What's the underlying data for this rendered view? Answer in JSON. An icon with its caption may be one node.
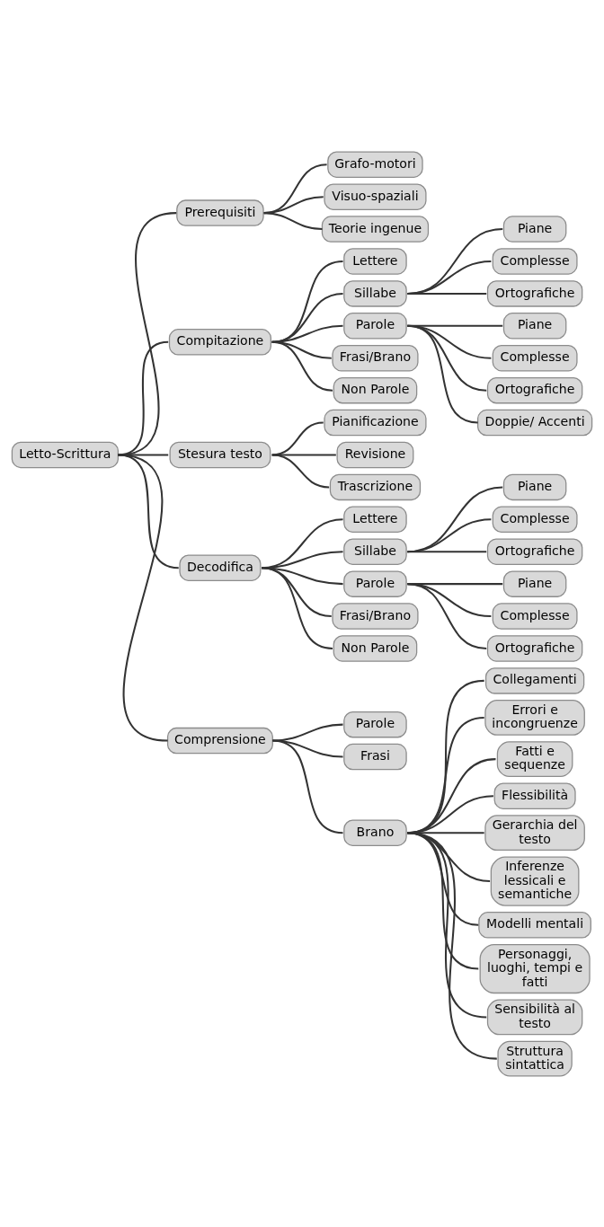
{
  "diagram": {
    "nodes": [
      {
        "text": [
          "Letto-Scrittura"
        ]
      },
      {
        "text": [
          "Prerequisiti"
        ]
      },
      {
        "text": [
          "Grafo-motori"
        ]
      },
      {
        "text": [
          "Visuo-spaziali"
        ]
      },
      {
        "text": [
          "Teorie ingenue"
        ]
      },
      {
        "text": [
          "Compitazione"
        ]
      },
      {
        "text": [
          "Lettere"
        ]
      },
      {
        "text": [
          "Sillabe"
        ]
      },
      {
        "text": [
          "Piane"
        ]
      },
      {
        "text": [
          "Complesse"
        ]
      },
      {
        "text": [
          "Ortografiche"
        ]
      },
      {
        "text": [
          "Parole"
        ]
      },
      {
        "text": [
          "Piane"
        ]
      },
      {
        "text": [
          "Complesse"
        ]
      },
      {
        "text": [
          "Ortografiche"
        ]
      },
      {
        "text": [
          "Doppie/ Accenti"
        ]
      },
      {
        "text": [
          "Frasi/Brano"
        ]
      },
      {
        "text": [
          "Non Parole"
        ]
      },
      {
        "text": [
          "Stesura testo"
        ]
      },
      {
        "text": [
          "Pianificazione"
        ]
      },
      {
        "text": [
          "Revisione"
        ]
      },
      {
        "text": [
          "Trascrizione"
        ]
      },
      {
        "text": [
          "Decodifica"
        ]
      },
      {
        "text": [
          "Lettere"
        ]
      },
      {
        "text": [
          "Sillabe"
        ]
      },
      {
        "text": [
          "Piane"
        ]
      },
      {
        "text": [
          "Complesse"
        ]
      },
      {
        "text": [
          "Ortografiche"
        ]
      },
      {
        "text": [
          "Parole"
        ]
      },
      {
        "text": [
          "Piane"
        ]
      },
      {
        "text": [
          "Complesse"
        ]
      },
      {
        "text": [
          "Ortografiche"
        ]
      },
      {
        "text": [
          "Frasi/Brano"
        ]
      },
      {
        "text": [
          "Non Parole"
        ]
      },
      {
        "text": [
          "Comprensione"
        ]
      },
      {
        "text": [
          "Parole"
        ]
      },
      {
        "text": [
          "Frasi"
        ]
      },
      {
        "text": [
          "Brano"
        ]
      },
      {
        "text": [
          "Collegamenti"
        ]
      },
      {
        "text": [
          "Errori e incongruenze"
        ]
      },
      {
        "text": [
          "Fatti e sequenze"
        ]
      },
      {
        "text": [
          "Flessibilità"
        ]
      },
      {
        "text": [
          "Gerarchia del testo"
        ]
      },
      {
        "text": [
          "Inferenze lessicali e semantiche"
        ]
      },
      {
        "text": [
          "Modelli mentali"
        ]
      },
      {
        "text": [
          "Personaggi, luoghi, tempi e fatti"
        ]
      },
      {
        "text": [
          "Sensibilità al testo"
        ]
      },
      {
        "text": [
          "Struttura sintattica"
        ]
      }
    ],
    "edges": [
      {
        "from": 0,
        "to": 1,
        "arrow": "none"
      },
      {
        "from": 1,
        "to": 2,
        "arrow": "none"
      },
      {
        "from": 1,
        "to": 3,
        "arrow": "none"
      },
      {
        "from": 1,
        "to": 4,
        "arrow": "none"
      },
      {
        "from": 0,
        "to": 5,
        "arrow": "none"
      },
      {
        "from": 5,
        "to": 6,
        "arrow": "none"
      },
      {
        "from": 5,
        "to": 7,
        "arrow": "none"
      },
      {
        "from": 7,
        "to": 8,
        "arrow": "none"
      },
      {
        "from": 7,
        "to": 9,
        "arrow": "none"
      },
      {
        "from": 7,
        "to": 10,
        "arrow": "none"
      },
      {
        "from": 5,
        "to": 11,
        "arrow": "none"
      },
      {
        "from": 11,
        "to": 12,
        "arrow": "none"
      },
      {
        "from": 11,
        "to": 13,
        "arrow": "none"
      },
      {
        "from": 11,
        "to": 14,
        "arrow": "none"
      },
      {
        "from": 11,
        "to": 15,
        "arrow": "none"
      },
      {
        "from": 5,
        "to": 16,
        "arrow": "none"
      },
      {
        "from": 5,
        "to": 17,
        "arrow": "none"
      },
      {
        "from": 0,
        "to": 18,
        "arrow": "none"
      },
      {
        "from": 18,
        "to": 19,
        "arrow": "none"
      },
      {
        "from": 18,
        "to": 20,
        "arrow": "none"
      },
      {
        "from": 18,
        "to": 21,
        "arrow": "none"
      },
      {
        "from": 0,
        "to": 22,
        "arrow": "none"
      },
      {
        "from": 22,
        "to": 23,
        "arrow": "none"
      },
      {
        "from": 22,
        "to": 24,
        "arrow": "none"
      },
      {
        "from": 24,
        "to": 25,
        "arrow": "none"
      },
      {
        "from": 24,
        "to": 26,
        "arrow": "none"
      },
      {
        "from": 24,
        "to": 27,
        "arrow": "none"
      },
      {
        "from": 22,
        "to": 28,
        "arrow": "none"
      },
      {
        "from": 28,
        "to": 29,
        "arrow": "none"
      },
      {
        "from": 28,
        "to": 30,
        "arrow": "none"
      },
      {
        "from": 28,
        "to": 31,
        "arrow": "none"
      },
      {
        "from": 22,
        "to": 32,
        "arrow": "none"
      },
      {
        "from": 22,
        "to": 33,
        "arrow": "none"
      },
      {
        "from": 0,
        "to": 34,
        "arrow": "none"
      },
      {
        "from": 34,
        "to": 35,
        "arrow": "none"
      },
      {
        "from": 34,
        "to": 36,
        "arrow": "none"
      },
      {
        "from": 34,
        "to": 37,
        "arrow": "none"
      },
      {
        "from": 37,
        "to": 38,
        "arrow": "none"
      },
      {
        "from": 37,
        "to": 39,
        "arrow": "none"
      },
      {
        "from": 37,
        "to": 40,
        "arrow": "none"
      },
      {
        "from": 37,
        "to": 41,
        "arrow": "none"
      },
      {
        "from": 37,
        "to": 42,
        "arrow": "none"
      },
      {
        "from": 37,
        "to": 43,
        "arrow": "none"
      },
      {
        "from": 37,
        "to": 44,
        "arrow": "none"
      },
      {
        "from": 37,
        "to": 45,
        "arrow": "none"
      },
      {
        "from": 37,
        "to": 46,
        "arrow": "none"
      },
      {
        "from": 37,
        "to": 47,
        "arrow": "none"
      }
    ]
  }
}
